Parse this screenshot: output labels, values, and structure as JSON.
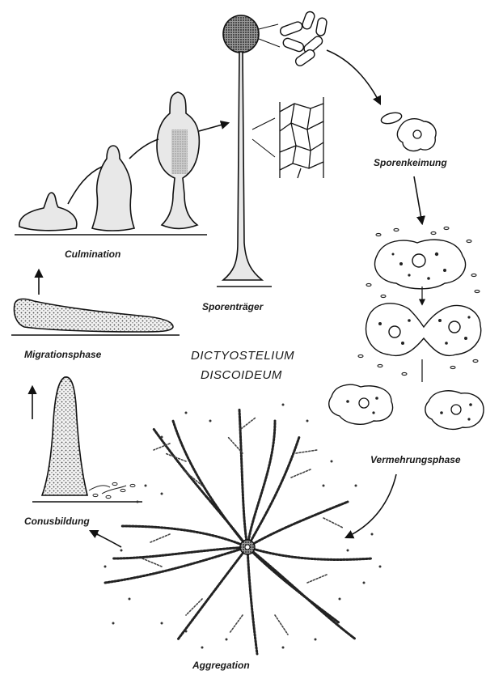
{
  "title": {
    "line1": "DICTYOSTELIUM",
    "line2": "DISCOIDEUM"
  },
  "stages": {
    "culmination": "Culmination",
    "sporangiophore": "Sporenträger",
    "spore_germination": "Sporenkeimung",
    "migration": "Migrationsphase",
    "multiplication": "Vermehrungsphase",
    "cone_formation": "Conusbildung",
    "aggregation": "Aggregation"
  }
}
